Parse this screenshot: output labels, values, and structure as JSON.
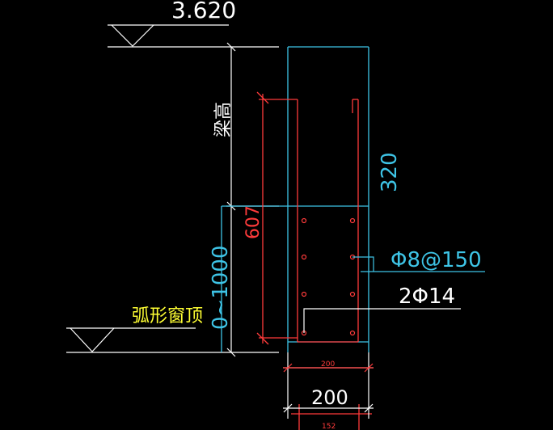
{
  "drawing": {
    "elevation_top": "3.620",
    "beam_height_label": "梁高",
    "dim_320": "320",
    "dim_607": "607",
    "dim_range": "0~1000",
    "arc_window_top": "弧形窗顶",
    "stirrup_label": "Φ8@150",
    "bottom_bar_label": "2Φ14",
    "dim_200_small": "200",
    "dim_200_large": "200",
    "dim_152": "152"
  },
  "colors": {
    "background": "#000000",
    "white": "#ffffff",
    "cyan": "#3ec4e6",
    "red": "#ff3b3b",
    "yellow": "#ffff33"
  }
}
